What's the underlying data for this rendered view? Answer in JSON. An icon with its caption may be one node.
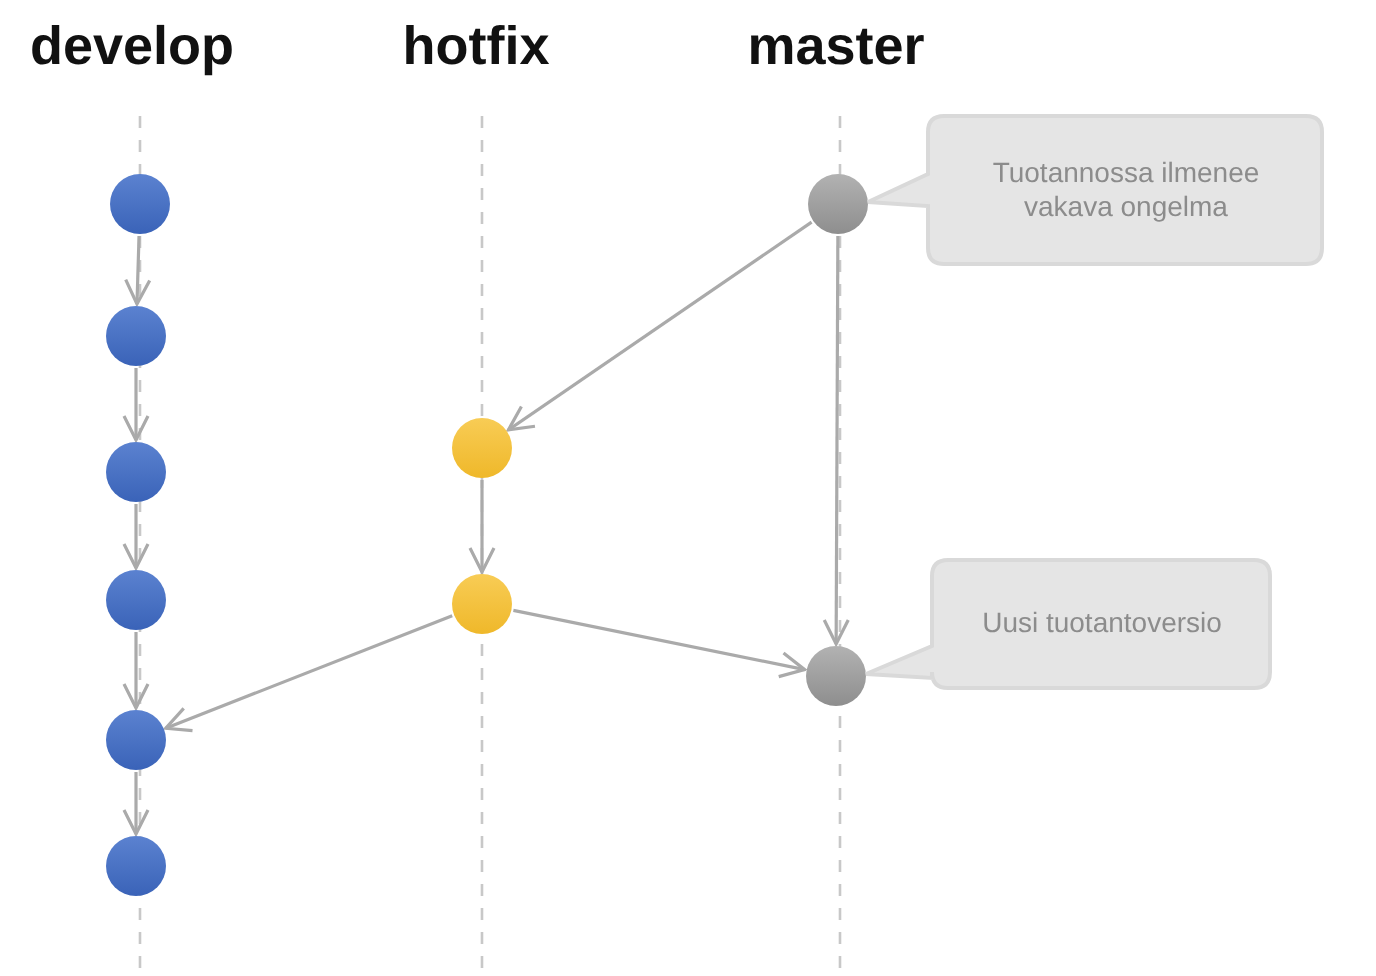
{
  "diagram": {
    "nodes": [
      {
        "text": [],
        "shape": "circle"
      },
      {
        "text": [],
        "shape": "circle"
      },
      {
        "text": [],
        "shape": "circle"
      },
      {
        "text": [],
        "shape": "circle"
      },
      {
        "text": [],
        "shape": "circle"
      },
      {
        "text": [],
        "shape": "circle"
      },
      {
        "text": [],
        "shape": "circle"
      },
      {
        "text": [],
        "shape": "circle"
      },
      {
        "text": [],
        "shape": "circle"
      },
      {
        "text": [],
        "shape": "circle"
      },
      {
        "text": [
          "Tuotannossa ilmenee vakava ongelma"
        ]
      },
      {
        "text": [
          "Uusi tuotantoversio"
        ]
      }
    ],
    "edges": [
      {
        "from": 0,
        "to": 1,
        "arrow": "to"
      },
      {
        "from": 1,
        "to": 2,
        "arrow": "to"
      },
      {
        "from": 2,
        "to": 3,
        "arrow": "to"
      },
      {
        "from": 3,
        "to": 4,
        "arrow": "to"
      },
      {
        "from": 4,
        "to": 5,
        "arrow": "to"
      },
      {
        "from": 8,
        "to": 6,
        "arrow": "to"
      },
      {
        "from": 6,
        "to": 7,
        "arrow": "to"
      },
      {
        "from": 7,
        "to": 9,
        "arrow": "to"
      },
      {
        "from": 7,
        "to": 4,
        "arrow": "to"
      },
      {
        "from": 8,
        "to": 9,
        "arrow": "to"
      }
    ],
    "labels": [
      "develop",
      "hotfix",
      "master"
    ]
  }
}
